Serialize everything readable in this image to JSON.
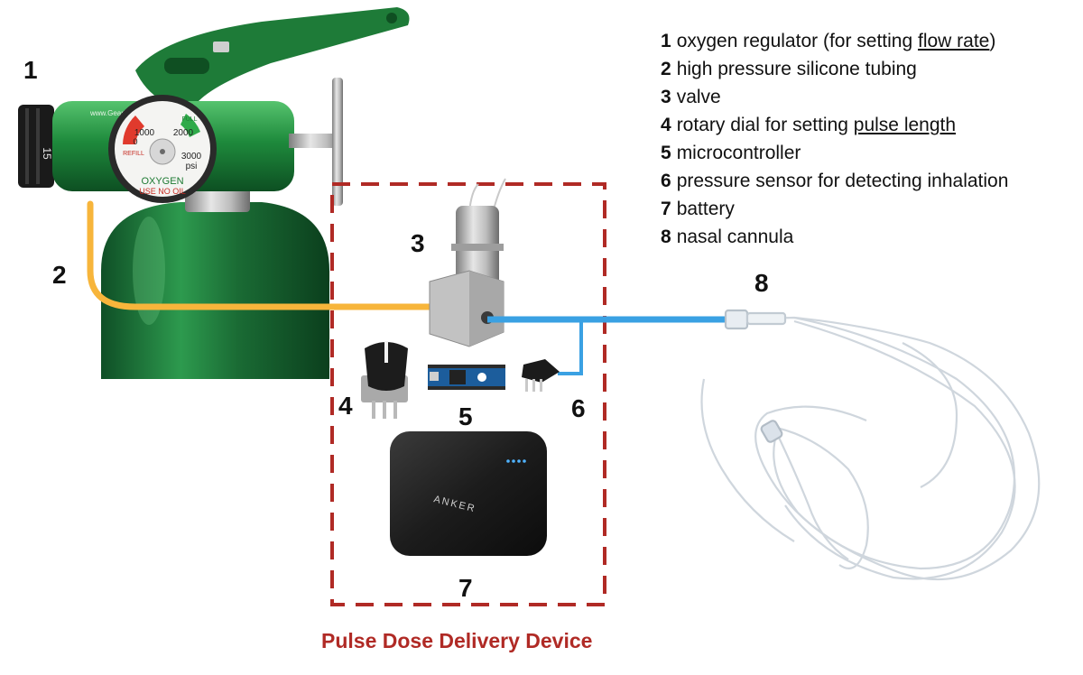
{
  "legend": [
    {
      "num": "1",
      "pre": "oxygen regulator (for setting ",
      "ul": "flow rate",
      "post": ")"
    },
    {
      "num": "2",
      "pre": "high pressure silicone tubing",
      "ul": "",
      "post": ""
    },
    {
      "num": "3",
      "pre": "valve",
      "ul": "",
      "post": ""
    },
    {
      "num": "4",
      "pre": "rotary dial for setting ",
      "ul": "pulse length",
      "post": ""
    },
    {
      "num": "5",
      "pre": "microcontroller",
      "ul": "",
      "post": ""
    },
    {
      "num": "6",
      "pre": "pressure sensor for detecting inhalation",
      "ul": "",
      "post": ""
    },
    {
      "num": "7",
      "pre": "battery",
      "ul": "",
      "post": ""
    },
    {
      "num": "8",
      "pre": "nasal cannula",
      "ul": "",
      "post": ""
    }
  ],
  "callouts": {
    "n1": "1",
    "n2": "2",
    "n3": "3",
    "n4": "4",
    "n5": "5",
    "n6": "6",
    "n7": "7",
    "n8": "8"
  },
  "device_box": {
    "caption": "Pulse Dose Delivery Device"
  },
  "gauge": {
    "ticks": [
      "1000",
      "2000",
      "3000",
      "0"
    ],
    "unit": "psi",
    "refill": "REFILL",
    "full": "FULL",
    "brand_line1": "OXYGEN",
    "brand_line2": "USE NO OIL"
  },
  "regulator": {
    "site": "www.GearBags.com",
    "dial_value": "15"
  },
  "battery_brand": "ANKER",
  "colors": {
    "cylinder": "#1f7a3a",
    "regulator": "#1e8a3c",
    "tube_yellow": "#f7b53b",
    "tube_blue": "#3aa1e3",
    "box_dashed": "#b02a25",
    "caption": "#b02a25"
  }
}
